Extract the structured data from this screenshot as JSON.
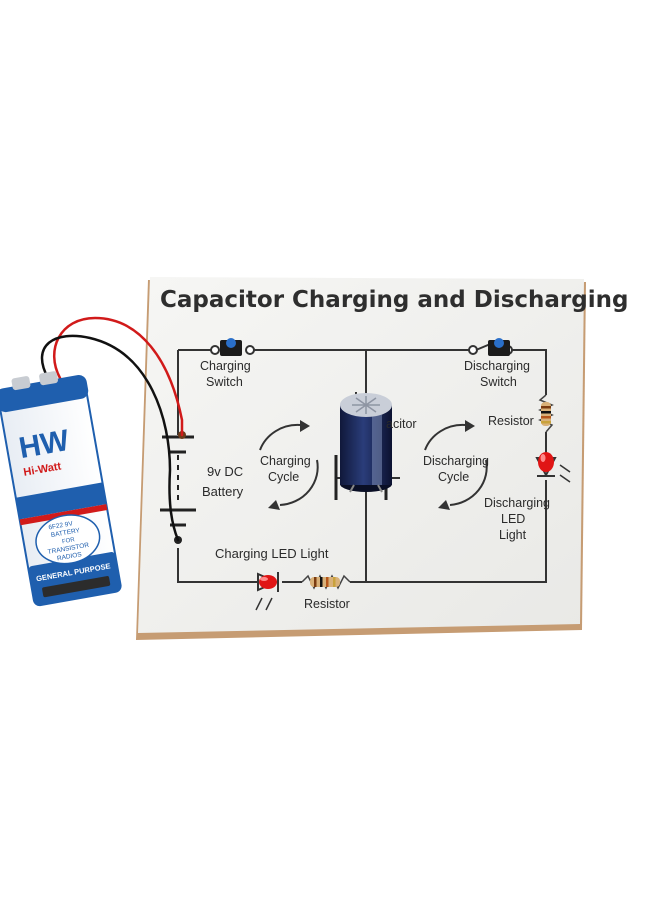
{
  "board": {
    "title": "Capacitor Charging and Discharging",
    "labels": {
      "charging_switch_l1": "Charging",
      "charging_switch_l2": "Switch",
      "discharging_switch_l1": "Discharging",
      "discharging_switch_l2": "Switch",
      "resistor_right": "Resistor",
      "battery_l1": "9v DC",
      "battery_l2": "Battery",
      "charging_cycle_l1": "Charging",
      "charging_cycle_l2": "Cycle",
      "discharging_cycle_l1": "Discharging",
      "discharging_cycle_l2": "Cycle",
      "capacitor": "acitor",
      "discharging_led_l1": "Discharging",
      "discharging_led_l2": "LED",
      "discharging_led_l3": "Light",
      "charging_led": "Charging LED Light",
      "resistor_bottom": "Resistor"
    }
  },
  "battery": {
    "brand_logo": "HW",
    "brand_name": "Hi-Watt",
    "spec_l1": "6F22 9V",
    "spec_l2": "BATTERY",
    "spec_l3": "FOR",
    "spec_l4": "TRANSISTOR",
    "spec_l5": "RADIOS",
    "purpose": "GENERAL PURPOSE"
  },
  "colors": {
    "board_face": "#f2f2f0",
    "board_edge": "#c9a27a",
    "wire_red": "#d11a1a",
    "wire_black": "#111111",
    "battery_blue": "#1f5fae",
    "led_red": "#e01515"
  }
}
